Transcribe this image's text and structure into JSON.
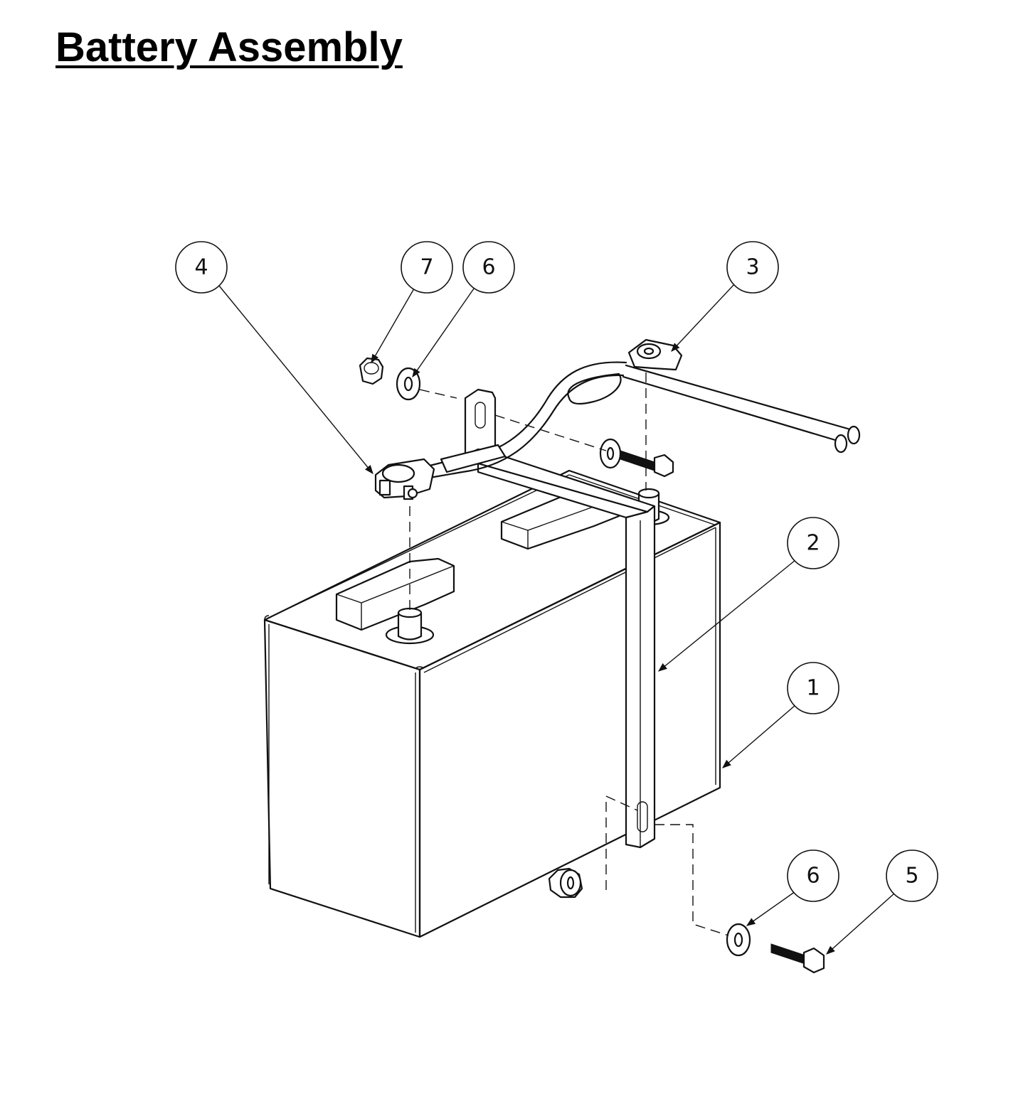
{
  "title": "Battery Assembly",
  "callouts": [
    "4",
    "7",
    "6",
    "3",
    "2",
    "1",
    "6",
    "5"
  ]
}
